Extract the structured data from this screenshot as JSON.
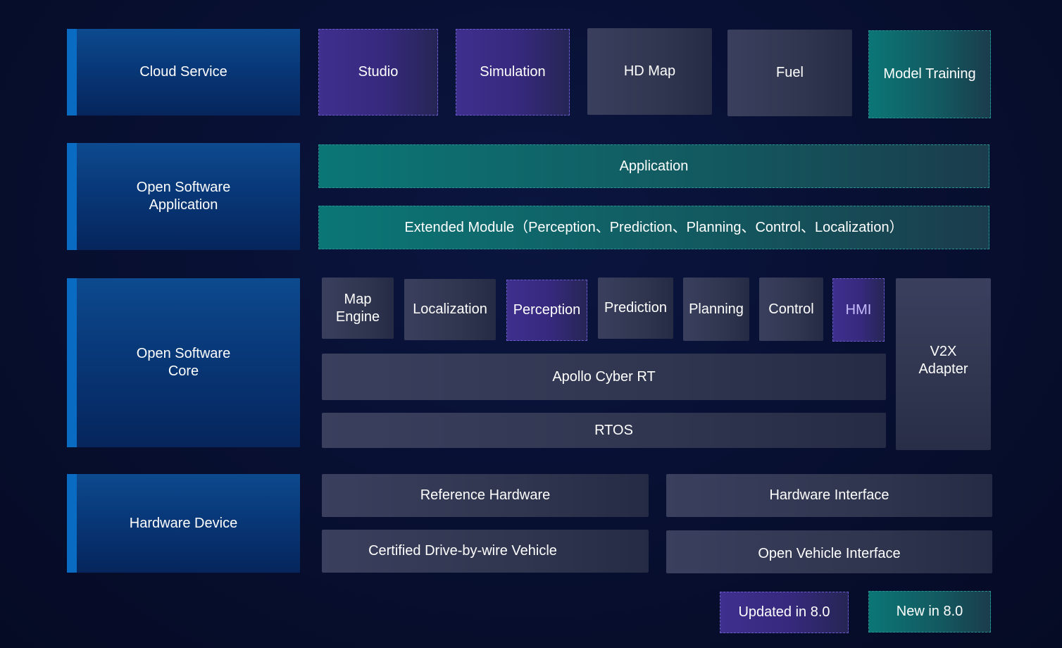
{
  "layers": {
    "cloud_service": "Cloud Service",
    "open_software_application": "Open Software\nApplication",
    "open_software_core": "Open Software\nCore",
    "hardware_device": "Hardware Device"
  },
  "cloud": {
    "studio": "Studio",
    "simulation": "Simulation",
    "hd_map": "HD Map",
    "fuel": "Fuel",
    "model_training": "Model Training"
  },
  "application": {
    "application": "Application",
    "extended_module": "Extended Module（Perception、Prediction、Planning、Control、Localization）"
  },
  "core": {
    "modules": {
      "map_engine": "Map\nEngine",
      "localization": "Localization",
      "perception": "Perception",
      "prediction": "Prediction",
      "planning": "Planning",
      "control": "Control",
      "hmi": "HMI"
    },
    "v2x_adapter": "V2X\nAdapter",
    "cyber_rt": "Apollo Cyber RT",
    "rtos": "RTOS"
  },
  "hardware": {
    "reference_hardware": "Reference Hardware",
    "hardware_interface": "Hardware Interface",
    "certified_vehicle": "Certified Drive-by-wire Vehicle",
    "open_vehicle_interface": "Open Vehicle Interface"
  },
  "legend": {
    "updated": "Updated in 8.0",
    "new": "New in 8.0"
  },
  "colors": {
    "layer_blue": "#083878",
    "updated_purple": "#3f2f8e",
    "new_teal": "#0b7676",
    "module_gray": "#30364f",
    "background": "#081033"
  }
}
